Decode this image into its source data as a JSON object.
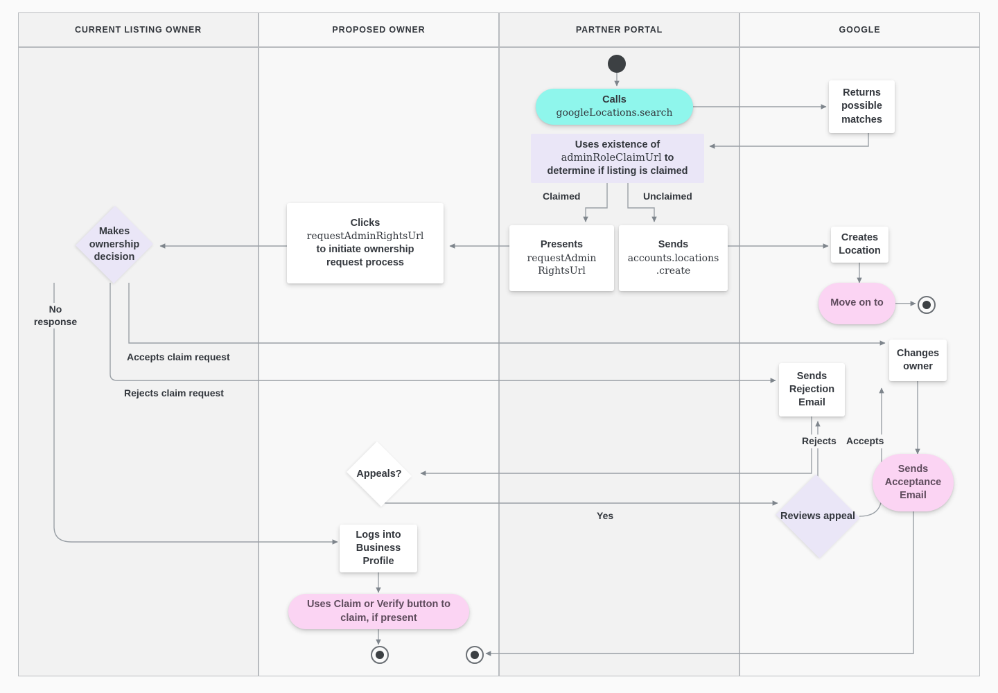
{
  "diagram": {
    "title": "Google Business Profile listing ownership transfer flow",
    "background": "#FAFAFA",
    "colors": {
      "lane_border": "#B8BBBF",
      "lane_fill_a": "#F2F2F2",
      "lane_fill_b": "#F8F8F8",
      "cyan": "#8FF6EC",
      "lavender": "#EAE6F7",
      "pink": "#FBD4F3",
      "white": "#FFFFFF",
      "connector": "#8A9096",
      "text": "#33373D"
    }
  },
  "lanes": [
    {
      "id": "current-listing-owner",
      "label": "CURRENT LISTING OWNER"
    },
    {
      "id": "proposed-owner",
      "label": "PROPOSED OWNER"
    },
    {
      "id": "partner-portal",
      "label": "PARTNER PORTAL"
    },
    {
      "id": "google",
      "label": "GOOGLE"
    }
  ],
  "nodes": {
    "start": {
      "kind": "start-terminal",
      "lane": "partner-portal"
    },
    "calls_search": {
      "kind": "pill",
      "lane": "partner-portal",
      "fill": "cyan",
      "line1": "Calls",
      "line2": "googleLocations.search"
    },
    "returns_matches": {
      "kind": "rect",
      "lane": "google",
      "text": "Returns possible matches"
    },
    "uses_existence": {
      "kind": "rect-lavender",
      "lane": "partner-portal",
      "line1": "Uses existence of",
      "line2_code": "adminRoleClaimUrl",
      "line2_tail": " to",
      "line3": "determine if listing is claimed"
    },
    "presents_url": {
      "kind": "rect",
      "lane": "partner-portal",
      "line1": "Presents",
      "line2": "requestAdmin",
      "line3": "RightsUrl"
    },
    "sends_create": {
      "kind": "rect",
      "lane": "partner-portal",
      "line1": "Sends",
      "line2": "accounts.locations",
      "line3": ".create"
    },
    "creates_location": {
      "kind": "rect",
      "lane": "google",
      "text": "Creates Location"
    },
    "move_on_to": {
      "kind": "pill",
      "lane": "google",
      "fill": "pink",
      "text": "Move on to"
    },
    "end_google": {
      "kind": "end-terminal",
      "lane": "google"
    },
    "clicks_url": {
      "kind": "rect",
      "lane": "proposed-owner",
      "line1": "Clicks",
      "line2_code": "requestAdminRightsUrl",
      "line3": "to initiate ownership",
      "line4": "request process"
    },
    "makes_decision": {
      "kind": "diamond-lavender",
      "lane": "current-listing-owner",
      "text": "Makes ownership decision"
    },
    "changes_owner": {
      "kind": "rect",
      "lane": "google",
      "text": "Changes owner"
    },
    "sends_rejection": {
      "kind": "rect",
      "lane": "google",
      "text": "Sends Rejection Email"
    },
    "sends_acceptance": {
      "kind": "pill",
      "lane": "google",
      "fill": "pink",
      "text": "Sends Acceptance Email"
    },
    "appeals": {
      "kind": "diamond-white",
      "lane": "proposed-owner",
      "text": "Appeals?"
    },
    "reviews_appeal": {
      "kind": "diamond-lavender",
      "lane": "google",
      "text": "Reviews appeal"
    },
    "logs_into_profile": {
      "kind": "rect",
      "lane": "proposed-owner",
      "text": "Logs into Business Profile"
    },
    "uses_claim_verify": {
      "kind": "pill",
      "lane": "proposed-owner",
      "fill": "pink",
      "line1": "Uses Claim or Verify button to",
      "line2": "claim, if present"
    },
    "end_proposed": {
      "kind": "end-terminal",
      "lane": "proposed-owner"
    },
    "end_partner": {
      "kind": "end-terminal",
      "lane": "partner-portal"
    }
  },
  "edge_labels": {
    "claimed": "Claimed",
    "unclaimed": "Unclaimed",
    "no_response_l1": "No",
    "no_response_l2": "response",
    "accepts_claim": "Accepts claim request",
    "rejects_claim": "Rejects claim request",
    "rejects": "Rejects",
    "accepts": "Accepts",
    "yes": "Yes"
  },
  "edges": [
    {
      "from": "start",
      "to": "calls_search"
    },
    {
      "from": "calls_search",
      "to": "returns_matches"
    },
    {
      "from": "returns_matches",
      "to": "uses_existence"
    },
    {
      "from": "uses_existence",
      "to": "presents_url",
      "label": "Claimed"
    },
    {
      "from": "uses_existence",
      "to": "sends_create",
      "label": "Unclaimed"
    },
    {
      "from": "presents_url",
      "to": "clicks_url"
    },
    {
      "from": "clicks_url",
      "to": "makes_decision"
    },
    {
      "from": "sends_create",
      "to": "creates_location"
    },
    {
      "from": "creates_location",
      "to": "move_on_to"
    },
    {
      "from": "move_on_to",
      "to": "end_google"
    },
    {
      "from": "makes_decision",
      "to": "changes_owner",
      "label": "Accepts claim request"
    },
    {
      "from": "makes_decision",
      "to": "sends_rejection",
      "label": "Rejects claim request"
    },
    {
      "from": "makes_decision",
      "to": "logs_into_profile",
      "label": "No response"
    },
    {
      "from": "changes_owner",
      "to": "sends_acceptance"
    },
    {
      "from": "sends_rejection",
      "to": "appeals"
    },
    {
      "from": "appeals",
      "to": "reviews_appeal",
      "label": "Yes"
    },
    {
      "from": "reviews_appeal",
      "to": "sends_rejection",
      "label": "Rejects"
    },
    {
      "from": "reviews_appeal",
      "to": "changes_owner",
      "label": "Accepts"
    },
    {
      "from": "sends_acceptance",
      "to": "end_partner"
    },
    {
      "from": "logs_into_profile",
      "to": "uses_claim_verify"
    },
    {
      "from": "uses_claim_verify",
      "to": "end_proposed"
    }
  ]
}
